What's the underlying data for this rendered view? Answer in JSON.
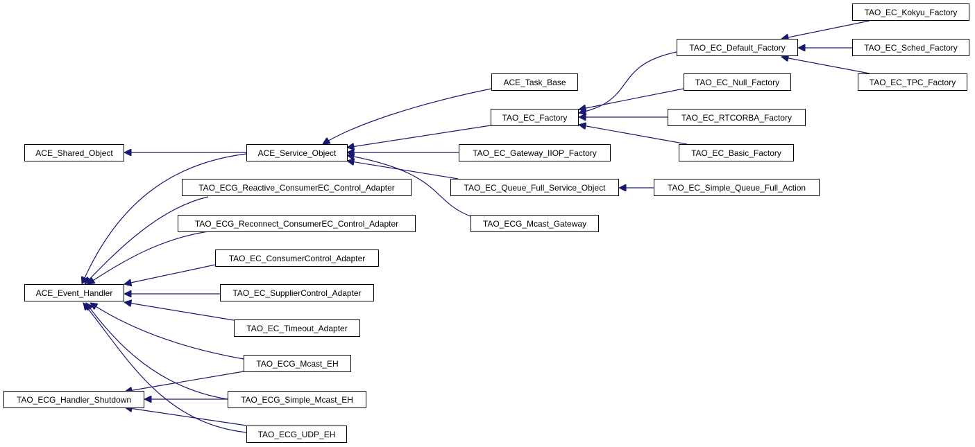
{
  "nodes": {
    "ace_shared_object": "ACE_Shared_Object",
    "ace_service_object": "ACE_Service_Object",
    "ace_task_base": "ACE_Task_Base",
    "tao_ec_factory": "TAO_EC_Factory",
    "tao_ec_default_factory": "TAO_EC_Default_Factory",
    "tao_ec_kokyu_factory": "TAO_EC_Kokyu_Factory",
    "tao_ec_sched_factory": "TAO_EC_Sched_Factory",
    "tao_ec_tpc_factory": "TAO_EC_TPC_Factory",
    "tao_ec_null_factory": "TAO_EC_Null_Factory",
    "tao_ec_rtcorba_factory": "TAO_EC_RTCORBA_Factory",
    "tao_ec_basic_factory": "TAO_EC_Basic_Factory",
    "tao_ec_gateway_iiop_factory": "TAO_EC_Gateway_IIOP_Factory",
    "tao_ec_queue_full_service_object": "TAO_EC_Queue_Full_Service_Object",
    "tao_ec_simple_queue_full_action": "TAO_EC_Simple_Queue_Full_Action",
    "tao_ecg_mcast_gateway": "TAO_ECG_Mcast_Gateway",
    "tao_ecg_reactive_consumerec_control_adapter": "TAO_ECG_Reactive_ConsumerEC_Control_Adapter",
    "tao_ecg_reconnect_consumerec_control_adapter": "TAO_ECG_Reconnect_ConsumerEC_Control_Adapter",
    "tao_ec_consumercontrol_adapter": "TAO_EC_ConsumerControl_Adapter",
    "ace_event_handler": "ACE_Event_Handler",
    "tao_ec_suppliercontrol_adapter": "TAO_EC_SupplierControl_Adapter",
    "tao_ec_timeout_adapter": "TAO_EC_Timeout_Adapter",
    "tao_ecg_mcast_eh": "TAO_ECG_Mcast_EH",
    "tao_ecg_handler_shutdown": "TAO_ECG_Handler_Shutdown",
    "tao_ecg_simple_mcast_eh": "TAO_ECG_Simple_Mcast_EH",
    "tao_ecg_udp_eh": "TAO_ECG_UDP_EH"
  },
  "colors": {
    "edge": "#191970",
    "node_border": "#000000",
    "background": "#ffffff"
  }
}
